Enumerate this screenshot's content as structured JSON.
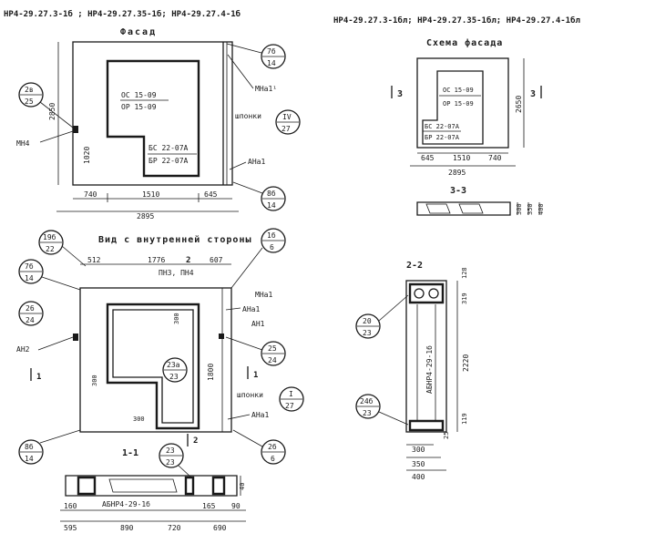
{
  "titles": {
    "left_header": "НР4-29.27.3-1б ; НР4-29.27.35-1б; НР4-29.27.4-1б",
    "right_header": "НР4-29.27.3-1бл; НР4-29.27.35-1бл; НР4-29.27.4-1бл",
    "facade": "Фасад",
    "facade_scheme": "Схема фасада",
    "inner_view": "Вид с внутренней стороны",
    "section_33": "3-3",
    "section_22": "2-2",
    "section_11": "1-1"
  },
  "facade": {
    "window_top": [
      "ОС 15-09",
      "ОР 15-09"
    ],
    "door": [
      "БС 22-07А",
      "БР 22-07А"
    ],
    "dims_bottom": [
      "740",
      "1510",
      "645"
    ],
    "total": "2895",
    "height": "2850",
    "left_dim": "1020",
    "balloon_top_right": [
      "7б",
      "14"
    ],
    "label_mn11": "МНа1¹",
    "label_shponki": "шпонки",
    "balloon_shponki": [
      "IV",
      "27"
    ],
    "label_ana1": "АНа1",
    "balloon_bottom_right": [
      "8б",
      "14"
    ],
    "balloon_left": [
      "2в",
      "25"
    ],
    "label_mn4": "МН4"
  },
  "scheme": {
    "window": [
      "ОС 15-09",
      "ОР 15-09"
    ],
    "door": [
      "БС 22-07А",
      "БР 22-07А"
    ],
    "dims": [
      "645",
      "1510",
      "740"
    ],
    "total": "2895",
    "height": "2650",
    "mark_left": "3",
    "mark_right": "3",
    "sec_dims": [
      "300",
      "350",
      "400"
    ]
  },
  "inner": {
    "balloon_19": [
      "19б",
      "22"
    ],
    "balloon_7b": [
      "7б",
      "14"
    ],
    "top_dims": [
      "512",
      "1776",
      "607"
    ],
    "mark_2": "2",
    "label_pn": "ПН3, ПН4",
    "balloon_1b": [
      "1б",
      "6"
    ],
    "label_mna1": "МНа1",
    "label_ana1": "АНа1",
    "label_an1": "АН1",
    "balloon_26": [
      "26",
      "24"
    ],
    "label_an2": "АН2",
    "mark_1_left": "1",
    "mark_1_right": "1",
    "dim_300_top": "300",
    "dim_300_left": "300",
    "dim_300_bottom": "300",
    "dim_1800": "1800",
    "balloon_23a": [
      "23а",
      "23"
    ],
    "balloon_25": [
      "25",
      "24"
    ],
    "label_shponki": "шпонки",
    "balloon_shponki": [
      "I",
      "27"
    ],
    "label_ana1_b": "АНа1",
    "mark_2_bottom": "2",
    "balloon_8b": [
      "8б",
      "14"
    ],
    "balloon_2b": [
      "2б",
      "6"
    ]
  },
  "section22": {
    "balloon_20": [
      "20",
      "23"
    ],
    "balloon_24b": [
      "24б",
      "23"
    ],
    "block_label": "АБНР4-29-1б",
    "dims_right": [
      "128",
      "319",
      "2220",
      "119"
    ],
    "dim_25": "25",
    "bottom_dims": [
      "300",
      "350",
      "400"
    ]
  },
  "section11": {
    "balloon_23": [
      "23",
      "23"
    ],
    "block_label": "АБНР4-29-1б",
    "dims_small": [
      "160",
      "165",
      "90"
    ],
    "dim_40": "40",
    "dims_bottom": [
      "595",
      "890",
      "720",
      "690"
    ]
  }
}
